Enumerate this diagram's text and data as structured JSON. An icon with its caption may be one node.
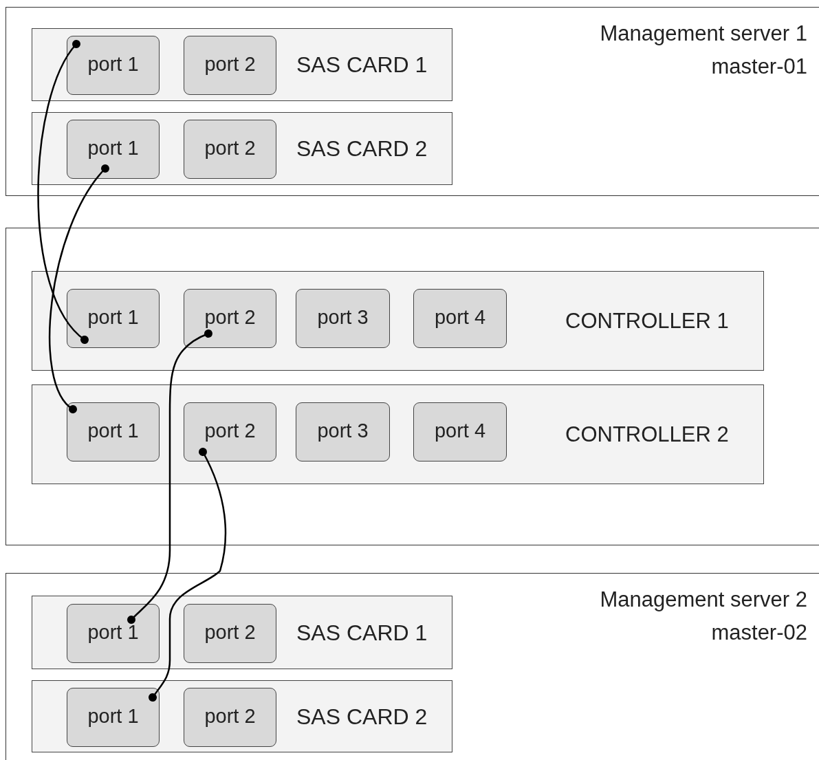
{
  "diagram": {
    "nodes": [
      {
        "text": [
          "Management server 1",
          "master-01"
        ]
      },
      {
        "text": [
          "SAS CARD 1"
        ],
        "in": 0
      },
      {
        "text": [
          "port 1"
        ],
        "in": 1
      },
      {
        "text": [
          "port 2"
        ],
        "in": 1
      },
      {
        "text": [
          "SAS CARD 2"
        ],
        "in": 0
      },
      {
        "text": [
          "port 1"
        ],
        "in": 4
      },
      {
        "text": [
          "port 2"
        ],
        "in": 4
      },
      {
        "text": [],
        "shape": "box"
      },
      {
        "text": [
          "CONTROLLER 1"
        ],
        "in": 7
      },
      {
        "text": [
          "port 1"
        ],
        "in": 8
      },
      {
        "text": [
          "port 2"
        ],
        "in": 8
      },
      {
        "text": [
          "port 3"
        ],
        "in": 8
      },
      {
        "text": [
          "port 4"
        ],
        "in": 8
      },
      {
        "text": [
          "CONTROLLER 2"
        ],
        "in": 7
      },
      {
        "text": [
          "port 1"
        ],
        "in": 13
      },
      {
        "text": [
          "port 2"
        ],
        "in": 13
      },
      {
        "text": [
          "port 3"
        ],
        "in": 13
      },
      {
        "text": [
          "port 4"
        ],
        "in": 13
      },
      {
        "text": [
          "Management server 2",
          "master-02"
        ]
      },
      {
        "text": [
          "SAS CARD 1"
        ],
        "in": 18
      },
      {
        "text": [
          "port 1"
        ],
        "in": 19
      },
      {
        "text": [
          "port 2"
        ],
        "in": 19
      },
      {
        "text": [
          "SAS CARD 2"
        ],
        "in": 18
      },
      {
        "text": [
          "port 1"
        ],
        "in": 22
      },
      {
        "text": [
          "port 2"
        ],
        "in": 22
      }
    ],
    "edges": [
      {
        "from": 2,
        "to": 9,
        "arrow": "other"
      },
      {
        "from": 5,
        "to": 14,
        "arrow": "other"
      },
      {
        "from": 10,
        "to": 20,
        "arrow": "other"
      },
      {
        "from": 15,
        "to": 23,
        "arrow": "other"
      }
    ]
  }
}
